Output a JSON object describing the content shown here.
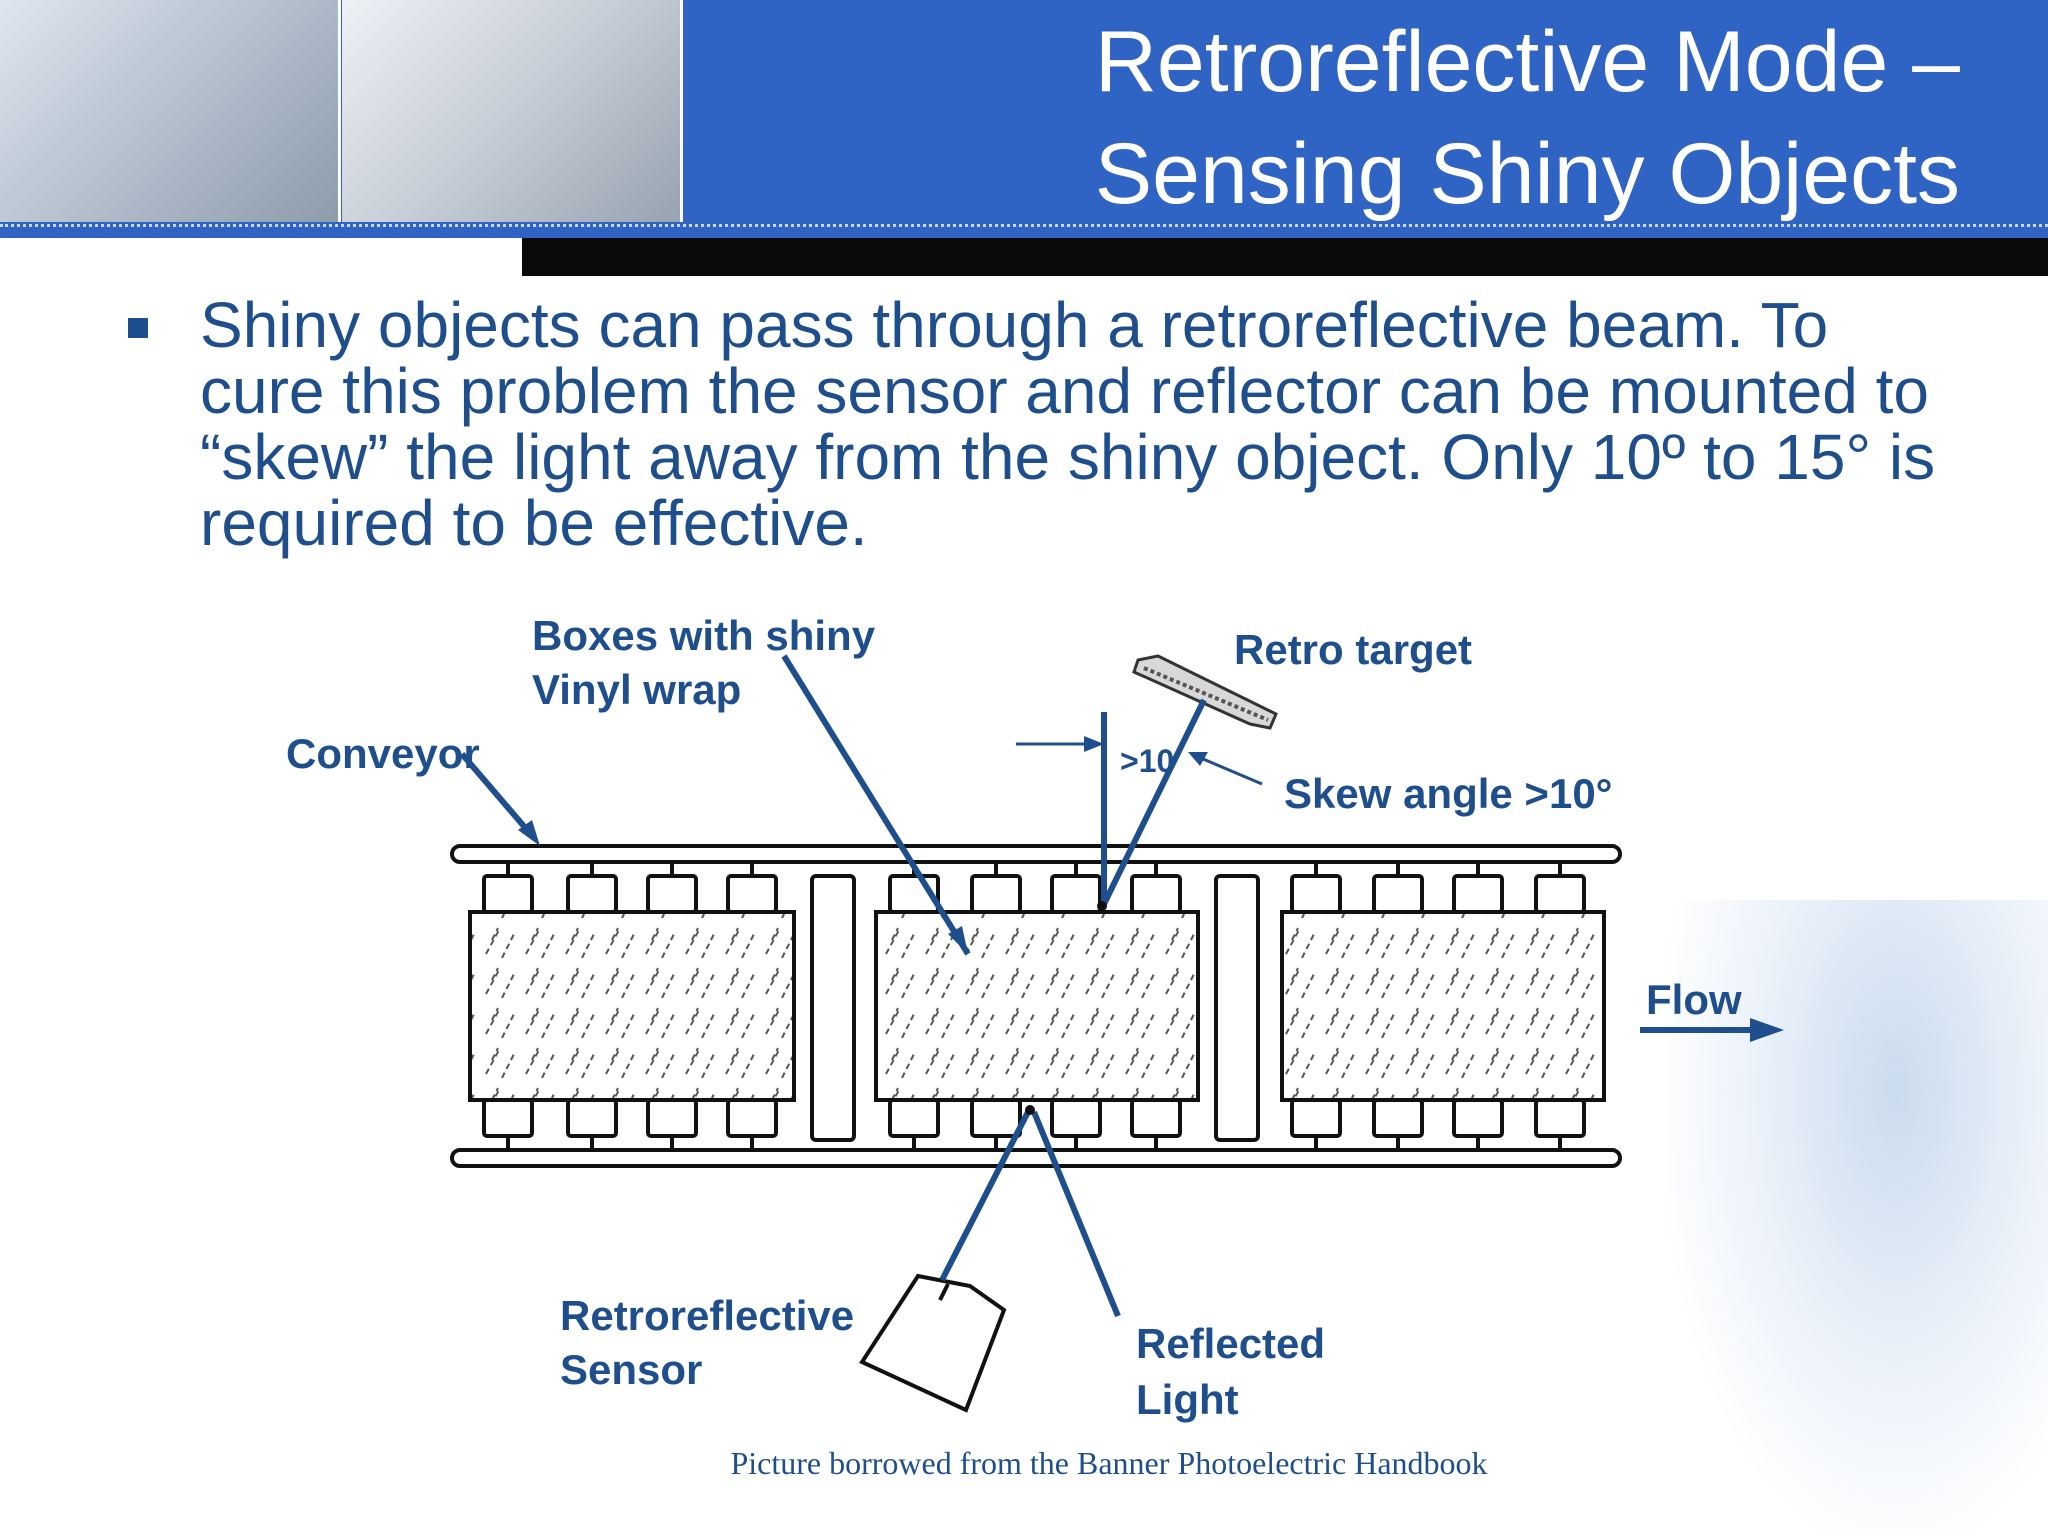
{
  "header": {
    "title_line1": "Retroreflective Mode –",
    "title_line2": "Sensing Shiny Objects"
  },
  "body": {
    "bullet": "Shiny objects can pass through a retroreflective beam. To cure this problem the sensor and reflector can be mounted to “skew” the light away from the shiny object. Only 10º to 15° is required to be effective."
  },
  "diagram": {
    "labels": {
      "boxes_line1": "Boxes with shiny",
      "boxes_line2": "Vinyl wrap",
      "retro_target": "Retro target",
      "conveyor": "Conveyor",
      "angle_small": ">10",
      "skew_angle": "Skew angle >10°",
      "flow": "Flow",
      "sensor_line1": "Retroreflective",
      "sensor_line2": "Sensor",
      "reflected_line1": "Reflected",
      "reflected_line2": "Light"
    },
    "colors": {
      "label": "#1f4e8c",
      "line": "#1f4e8c",
      "drawing": "#111111"
    }
  },
  "caption": "Picture borrowed from the Banner Photoelectric Handbook"
}
